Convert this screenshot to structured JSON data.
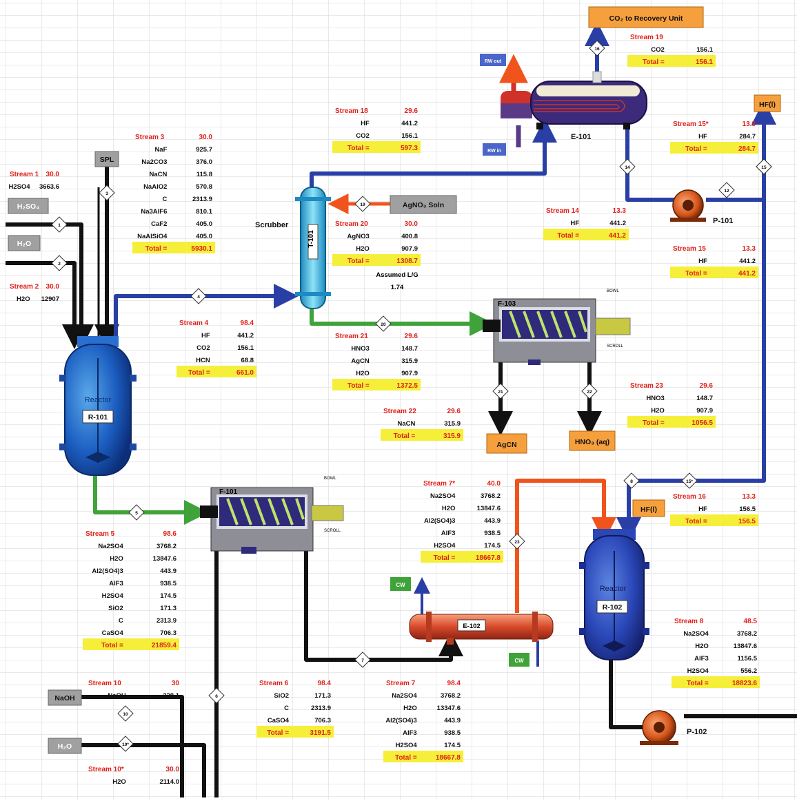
{
  "labels": {
    "co2_recovery": "CO₂ to Recovery Unit",
    "hf_l_top": "HF(l)",
    "hf_l_mid": "HF(l)",
    "spl": "SPL",
    "h2so4_in": "H₂SO₄",
    "h2o_in": "H₂O",
    "agno3_soln": "AgNO₃ Soln",
    "agcn_out": "AgCN",
    "hno3_out": "HNO₃ (aq)",
    "naoh_in": "NaOH",
    "h2o_in2": "H₂O",
    "cw_1": "CW",
    "cw_2": "CW",
    "rw_out": "RW out",
    "rw_in": "RW in",
    "scrubber": "Scrubber",
    "t101": "T-101",
    "e101": "E-101",
    "p101": "P-101",
    "p102": "P-102",
    "reactor1_word": "Reactor",
    "reactor1_tag": "R-101",
    "reactor2_word": "Reactor",
    "reactor2_tag": "R-102",
    "f101": "F-101",
    "f103": "F-103",
    "e102": "E-102",
    "bowl": "BOWL",
    "scroll": "SCROLL",
    "assumed_lg_label": "Assumed L/G",
    "assumed_lg_value": "1.74"
  },
  "stream_ids": [
    "1",
    "2",
    "3",
    "4",
    "5",
    "6",
    "7",
    "8",
    "10",
    "10*",
    "12",
    "13",
    "14",
    "15",
    "15*",
    "16",
    "19",
    "20",
    "21",
    "22",
    "23",
    "7*"
  ],
  "streams": [
    {
      "name": "Stream 1",
      "temp": "30.0",
      "rows": [
        [
          "H2SO4",
          "3663.6"
        ]
      ]
    },
    {
      "name": "Stream 2",
      "temp": "30.0",
      "rows": [
        [
          "H2O",
          "12907"
        ]
      ]
    },
    {
      "name": "Stream 3",
      "temp": "30.0",
      "rows": [
        [
          "NaF",
          "925.7"
        ],
        [
          "Na2CO3",
          "376.0"
        ],
        [
          "NaCN",
          "115.8"
        ],
        [
          "NaAlO2",
          "570.8"
        ],
        [
          "C",
          "2313.9"
        ],
        [
          "Na3AlF6",
          "810.1"
        ],
        [
          "CaF2",
          "405.0"
        ],
        [
          "NaAlSiO4",
          "405.0"
        ]
      ],
      "total": "5930.1"
    },
    {
      "name": "Stream 4",
      "temp": "98.4",
      "rows": [
        [
          "HF",
          "441.2"
        ],
        [
          "CO2",
          "156.1"
        ],
        [
          "HCN",
          "68.8"
        ]
      ],
      "total": "661.0"
    },
    {
      "name": "Stream 5",
      "temp": "98.6",
      "rows": [
        [
          "Na2SO4",
          "3768.2"
        ],
        [
          "H2O",
          "13847.6"
        ],
        [
          "Al2(SO4)3",
          "443.9"
        ],
        [
          "AlF3",
          "938.5"
        ],
        [
          "H2SO4",
          "174.5"
        ],
        [
          "SiO2",
          "171.3"
        ],
        [
          "C",
          "2313.9"
        ],
        [
          "CaSO4",
          "706.3"
        ]
      ],
      "total": "21859.4"
    },
    {
      "name": "Stream 6",
      "temp": "98.4",
      "rows": [
        [
          "SiO2",
          "171.3"
        ],
        [
          "C",
          "2313.9"
        ],
        [
          "CaSO4",
          "706.3"
        ]
      ],
      "total": "3191.5"
    },
    {
      "name": "Stream 7",
      "temp": "98.4",
      "rows": [
        [
          "Na2SO4",
          "3768.2"
        ],
        [
          "H2O",
          "13347.6"
        ],
        [
          "Al2(SO4)3",
          "443.9"
        ],
        [
          "AlF3",
          "938.5"
        ],
        [
          "H2SO4",
          "174.5"
        ]
      ],
      "total": "18667.8"
    },
    {
      "name": "Stream 7*",
      "temp": "40.0",
      "rows": [
        [
          "Na2SO4",
          "3768.2"
        ],
        [
          "H2O",
          "13847.6"
        ],
        [
          "Al2(SO4)3",
          "443.9"
        ],
        [
          "AlF3",
          "938.5"
        ],
        [
          "H2SO4",
          "174.5"
        ]
      ],
      "total": "18667.8"
    },
    {
      "name": "Stream 8",
      "temp": "48.5",
      "rows": [
        [
          "Na2SO4",
          "3768.2"
        ],
        [
          "H2O",
          "13847.6"
        ],
        [
          "AlF3",
          "1156.5"
        ],
        [
          "H2SO4",
          "556.2"
        ]
      ],
      "total": "18823.6"
    },
    {
      "name": "Stream 10",
      "temp": "30",
      "rows": [
        [
          "NaOH",
          "228.1"
        ]
      ]
    },
    {
      "name": "Stream 10*",
      "temp": "30.0",
      "rows": [
        [
          "H2O",
          "2114.0"
        ]
      ]
    },
    {
      "name": "Stream 14",
      "temp": "13.3",
      "rows": [
        [
          "HF",
          "441.2"
        ]
      ],
      "total": "441.2"
    },
    {
      "name": "Stream 15",
      "temp": "13.3",
      "rows": [
        [
          "HF",
          "441.2"
        ]
      ],
      "total": "441.2"
    },
    {
      "name": "Stream 15*",
      "temp": "13.3",
      "rows": [
        [
          "HF",
          "284.7"
        ]
      ],
      "total": "284.7"
    },
    {
      "name": "Stream 16",
      "temp": "13.3",
      "rows": [
        [
          "HF",
          "156.5"
        ]
      ],
      "total": "156.5"
    },
    {
      "name": "Stream 18",
      "temp": "29.6",
      "rows": [
        [
          "HF",
          "441.2"
        ],
        [
          "CO2",
          "156.1"
        ]
      ],
      "total": "597.3"
    },
    {
      "name": "Stream 19",
      "temp": "",
      "rows": [
        [
          "CO2",
          "156.1"
        ]
      ],
      "total": "156.1"
    },
    {
      "name": "Stream 20",
      "temp": "30.0",
      "rows": [
        [
          "AgNO3",
          "400.8"
        ],
        [
          "H2O",
          "907.9"
        ]
      ],
      "total": "1308.7"
    },
    {
      "name": "Stream 21",
      "temp": "29.6",
      "rows": [
        [
          "HNO3",
          "148.7"
        ],
        [
          "AgCN",
          "315.9"
        ],
        [
          "H2O",
          "907.9"
        ]
      ],
      "total": "1372.5"
    },
    {
      "name": "Stream 22",
      "temp": "29.6",
      "rows": [
        [
          "NaCN",
          "315.9"
        ]
      ],
      "total": "315.9"
    },
    {
      "name": "Stream 23",
      "temp": "29.6",
      "rows": [
        [
          "HNO3",
          "148.7"
        ],
        [
          "H2O",
          "907.9"
        ]
      ],
      "total": "1056.5"
    }
  ],
  "total_label": "Total ="
}
